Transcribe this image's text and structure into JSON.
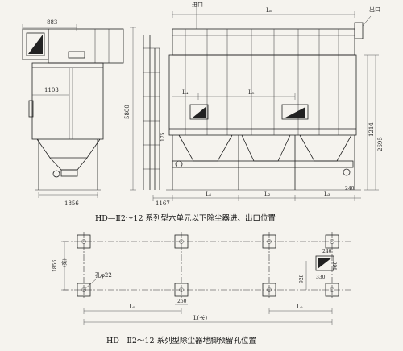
{
  "top_drawing": {
    "caption": "HD—Ⅱ2～12 系列型六单元以下除尘器进、出口位置",
    "labels": {
      "inlet": "进口",
      "outlet": "出口",
      "l0": "L₀",
      "l4": "L₄",
      "l5": "L₅",
      "l1": "L₁",
      "l2": "L₂",
      "l3": "L₃",
      "dim_883": "883",
      "dim_1103": "1103",
      "dim_1856": "1856",
      "dim_1167": "1167",
      "dim_5800": "5800",
      "dim_175": "175",
      "dim_1214": "1214",
      "dim_2695": "2695",
      "dim_240": "240"
    }
  },
  "bottom_drawing": {
    "caption": "HD—Ⅱ2～12 系列型除尘器地脚预留孔位置",
    "labels": {
      "width": "(宽)",
      "dim_1856": "1856",
      "hole": "孔φ22",
      "dim_250": "250",
      "dim_928": "928",
      "dim_240": "240",
      "dim_960": "960",
      "dim_330": "330",
      "l0_left": "L₀",
      "l0_right": "L₀",
      "length": "L(长)"
    }
  }
}
